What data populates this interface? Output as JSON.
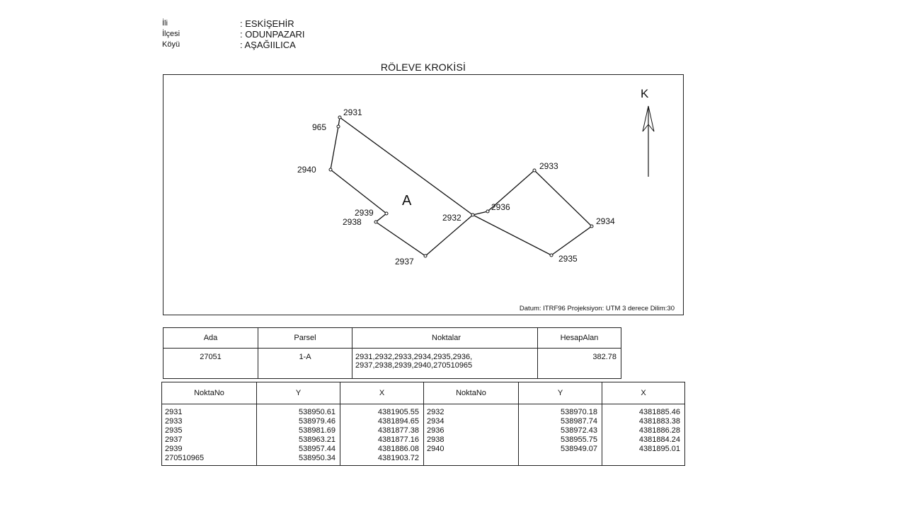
{
  "header": [
    {
      "label": "İli",
      "value": ": ESKİŞEHİR"
    },
    {
      "label": "İlçesi",
      "value": ": ODUNPAZARI"
    },
    {
      "label": "Köyü",
      "value": ": AŞAĞIILICA"
    }
  ],
  "title": "RÖLEVE KROKİSİ",
  "sketch": {
    "north_label": "K",
    "parcel_label": "A",
    "datum_note": "Datum: ITRF96 Projeksiyon: UTM 3 derece Dilim:30",
    "points": [
      "2931",
      "965",
      "2940",
      "2939",
      "2938",
      "2937",
      "2932",
      "2936",
      "2933",
      "2934",
      "2935"
    ]
  },
  "parcel_table": {
    "headers": [
      "Ada",
      "Parsel",
      "Noktalar",
      "HesapAlan"
    ],
    "row": {
      "ada": "27051",
      "parsel": "1-A",
      "noktalar_line1": "2931,2932,2933,2934,2935,2936,",
      "noktalar_line2": "2937,2938,2939,2940,270510965",
      "hesap_alan": "382.78"
    }
  },
  "coord_table": {
    "headers": [
      "NoktaNo",
      "Y",
      "X",
      "NoktaNo",
      "Y",
      "X"
    ],
    "left": [
      {
        "no": "2931",
        "y": "538950.61",
        "x": "4381905.55"
      },
      {
        "no": "2933",
        "y": "538979.46",
        "x": "4381894.65"
      },
      {
        "no": "2935",
        "y": "538981.69",
        "x": "4381877.38"
      },
      {
        "no": "2937",
        "y": "538963.21",
        "x": "4381877.16"
      },
      {
        "no": "2939",
        "y": "538957.44",
        "x": "4381886.08"
      },
      {
        "no": "270510965",
        "y": "538950.34",
        "x": "4381903.72"
      }
    ],
    "right": [
      {
        "no": "2932",
        "y": "538970.18",
        "x": "4381885.46"
      },
      {
        "no": "2934",
        "y": "538987.74",
        "x": "4381883.38"
      },
      {
        "no": "2936",
        "y": "538972.43",
        "x": "4381886.28"
      },
      {
        "no": "2938",
        "y": "538955.75",
        "x": "4381884.24"
      },
      {
        "no": "2940",
        "y": "538949.07",
        "x": "4381895.01"
      }
    ]
  }
}
